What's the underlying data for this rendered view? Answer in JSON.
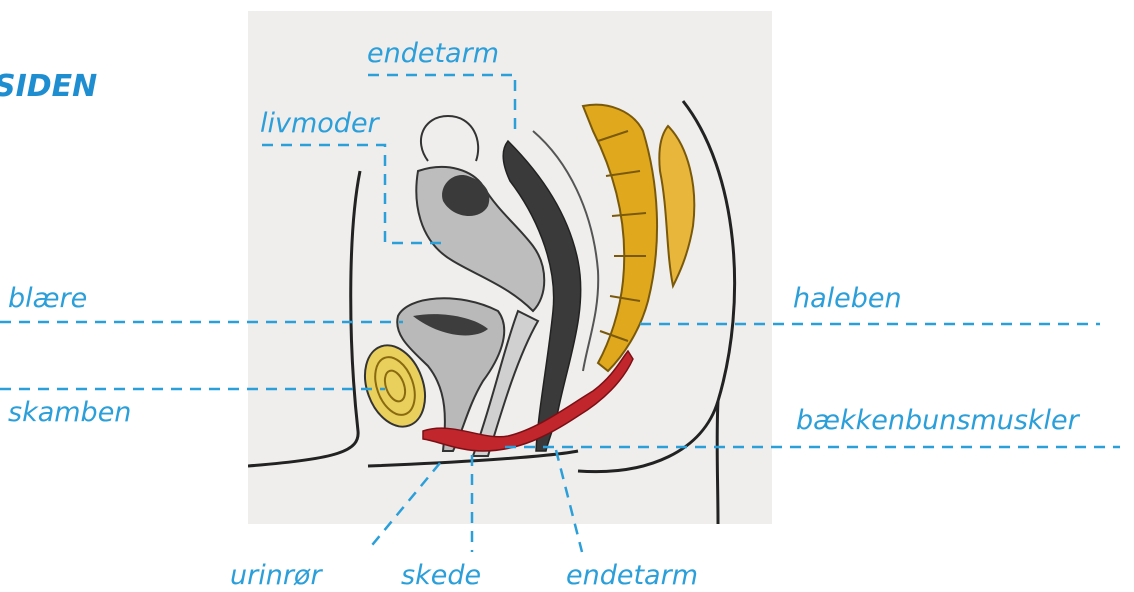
{
  "heading": "SIDEN",
  "labels": {
    "endetarm_top": "endetarm",
    "livmoder": "livmoder",
    "blaere": "blære",
    "skamben": "skamben",
    "haleben": "haleben",
    "baekkenbund": "bækkenbunsmuskler",
    "urinroer": "urinrør",
    "skede": "skede",
    "endetarm_bottom": "endetarm"
  },
  "colors": {
    "label": "#2b9fd9",
    "background": "#efeeec",
    "muscle": "#c0262b",
    "bone": "#e0a81c",
    "organ_gray": "#9a9a9a",
    "rectum_dark": "#3a3a3a"
  }
}
